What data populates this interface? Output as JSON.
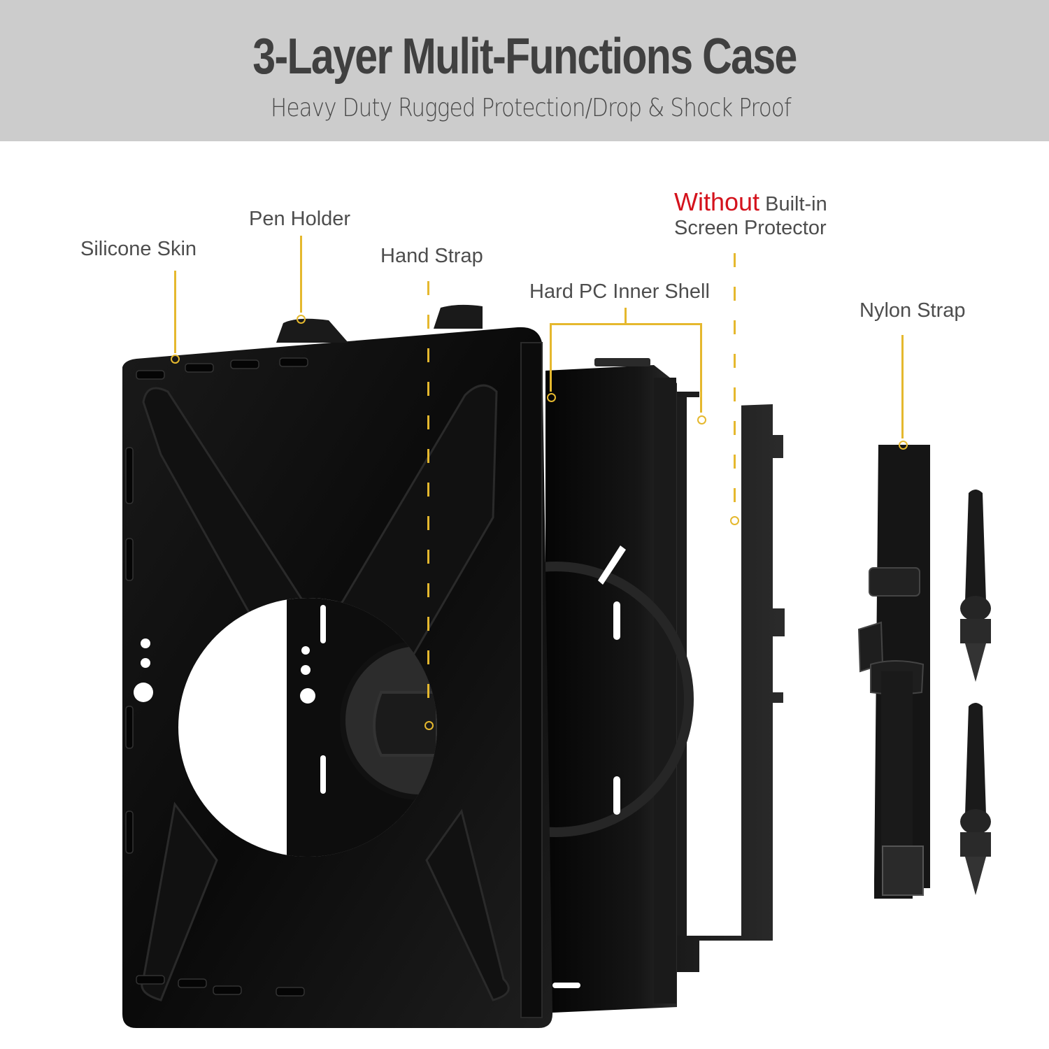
{
  "header": {
    "title": "3-Layer Mulit-Functions Case",
    "subtitle": "Heavy Duty Rugged Protection/Drop & Shock Proof"
  },
  "callouts": {
    "silicone_skin": "Silicone Skin",
    "pen_holder": "Pen Holder",
    "hand_strap": "Hand Strap",
    "hard_pc_inner_shell": "Hard PC Inner Shell",
    "screen_protector_emphasis": "Without",
    "screen_protector_line1": "Built-in",
    "screen_protector_line2": "Screen Protector",
    "nylon_strap": "Nylon Strap"
  },
  "colors": {
    "banner": "#cccccc",
    "callout_line": "#e5b82e",
    "emphasis_red": "#d4121c",
    "case_black": "#111111"
  }
}
